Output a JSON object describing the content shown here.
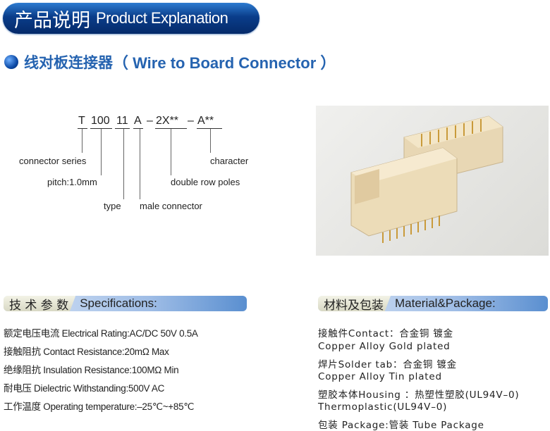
{
  "banner": {
    "cn": "产品说明",
    "en": "Product Explanation"
  },
  "subtitle": {
    "cn": "线对板连接器",
    "en": "（ Wire to Board Connector ）"
  },
  "part_code": {
    "seg1": "T",
    "seg2": "100",
    "seg3": "11",
    "seg4": "A",
    "dash1": "–",
    "seg5": "2X**",
    "dash2": "–",
    "seg6": "A**"
  },
  "labels": {
    "series": "connector series",
    "pitch": "pitch:1.0mm",
    "type": "type",
    "male": "male connector",
    "poles": "double row poles",
    "character": "character"
  },
  "specs": {
    "head_cn": "技 术 参 数",
    "head_en": "Specifications:",
    "items": [
      "额定电压电流 Electrical Rating:AC/DC 50V 0.5A",
      "接触阻抗 Contact Resistance:20mΩ  Max",
      "绝缘阻抗 Insulation Resistance:100MΩ  Min",
      "耐电压 Dielectric Withstanding:500V AC",
      "工作温度 Operating temperature:–25℃~+85℃"
    ]
  },
  "material": {
    "head_cn": "材料及包装",
    "head_en": "Material&Package:",
    "items": [
      "接触件Contact：合金铜 镀金",
      "Copper Alloy Gold plated",
      "焊片Solder tab：合金铜 镀金",
      "Copper Alloy Tin plated",
      "塑胶本体Housing ：热塑性塑胶(UL94V–0)",
      "Thermoplastic(UL94V–0)",
      "包装 Package:管装 Tube Package"
    ]
  }
}
